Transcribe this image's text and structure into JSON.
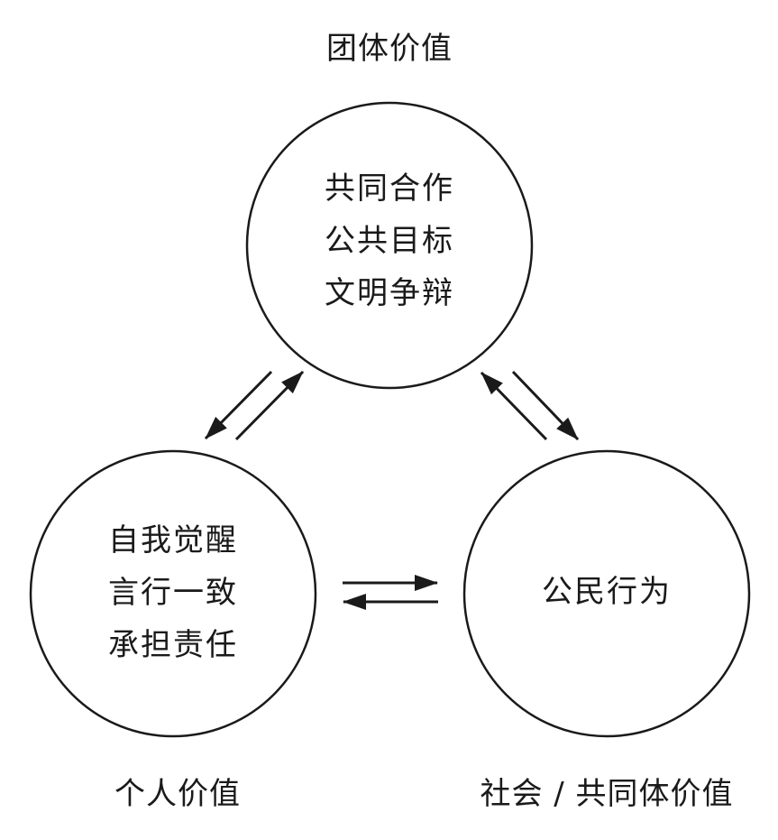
{
  "top": {
    "caption": "团体价值",
    "lines": [
      "共同合作",
      "公共目标",
      "文明争辩"
    ]
  },
  "left": {
    "caption": "个人价值",
    "lines": [
      "自我觉醒",
      "言行一致",
      "承担责任"
    ]
  },
  "right": {
    "caption": "社会 / 共同体价值",
    "lines": [
      "公民行为"
    ]
  },
  "colors": {
    "stroke": "#1a1a1a",
    "background": "#ffffff"
  }
}
